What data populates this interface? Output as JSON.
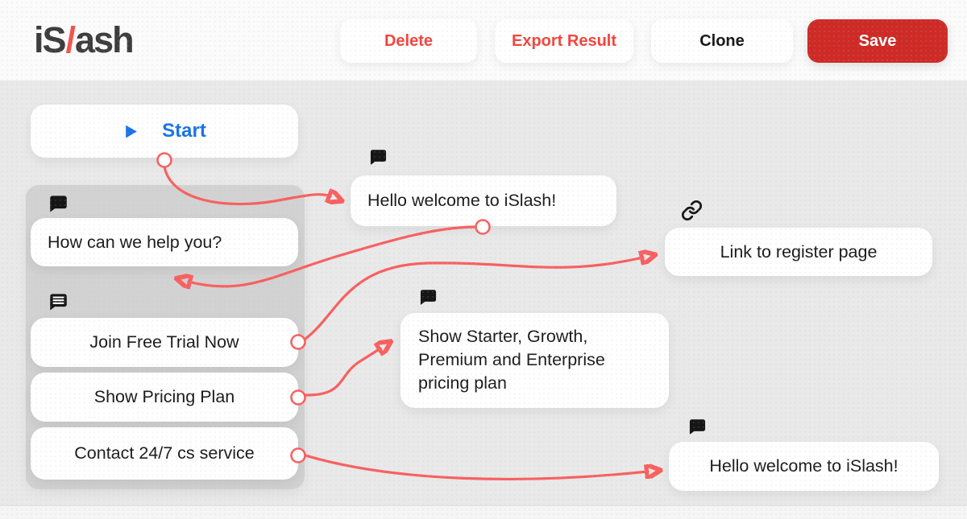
{
  "header": {
    "logo": {
      "part1": "iS",
      "slash": "/",
      "part2": "ash"
    },
    "buttons": [
      {
        "id": "delete",
        "label": "Delete",
        "variant": "ghost-red"
      },
      {
        "id": "export",
        "label": "Export Result",
        "variant": "ghost-red"
      },
      {
        "id": "clone",
        "label": "Clone",
        "variant": "ghost-dark"
      },
      {
        "id": "save",
        "label": "Save",
        "variant": "primary"
      }
    ]
  },
  "canvas": {
    "start_node": {
      "label": "Start",
      "icon": "play-icon"
    },
    "nodes": {
      "hello_top": {
        "text": "Hello welcome to iSlash!",
        "icon": "chat-bubble-icon"
      },
      "menu_group": {
        "question": {
          "text": "How can we help you?",
          "icon": "chat-bubble-icon"
        },
        "options_icon": "chat-lines-icon",
        "options": [
          {
            "text": "Join Free Trial Now"
          },
          {
            "text": "Show Pricing Plan"
          },
          {
            "text": "Contact 24/7 cs service"
          }
        ]
      },
      "link_node": {
        "text": "Link to register page",
        "icon": "link-icon"
      },
      "pricing_detail": {
        "text": "Show Starter, Growth, Premium and Enterprise pricing plan",
        "icon": "chat-bubble-icon"
      },
      "hello_bottom": {
        "text": "Hello welcome to iSlash!",
        "icon": "chat-bubble-icon"
      }
    },
    "connections": [
      {
        "from": "start",
        "to": "hello_top"
      },
      {
        "from": "hello_top",
        "to": "menu_group.question"
      },
      {
        "from": "menu_group.options.0",
        "to": "link_node"
      },
      {
        "from": "menu_group.options.1",
        "to": "pricing_detail"
      },
      {
        "from": "menu_group.options.2",
        "to": "hello_bottom"
      }
    ],
    "colors": {
      "arrow": "#f86060",
      "start_blue": "#1a73e8",
      "save_red": "#ce2b26",
      "action_red": "#f2453d",
      "canvas_bg": "#e9e9e9",
      "group_bg": "#d2d2d2"
    }
  }
}
